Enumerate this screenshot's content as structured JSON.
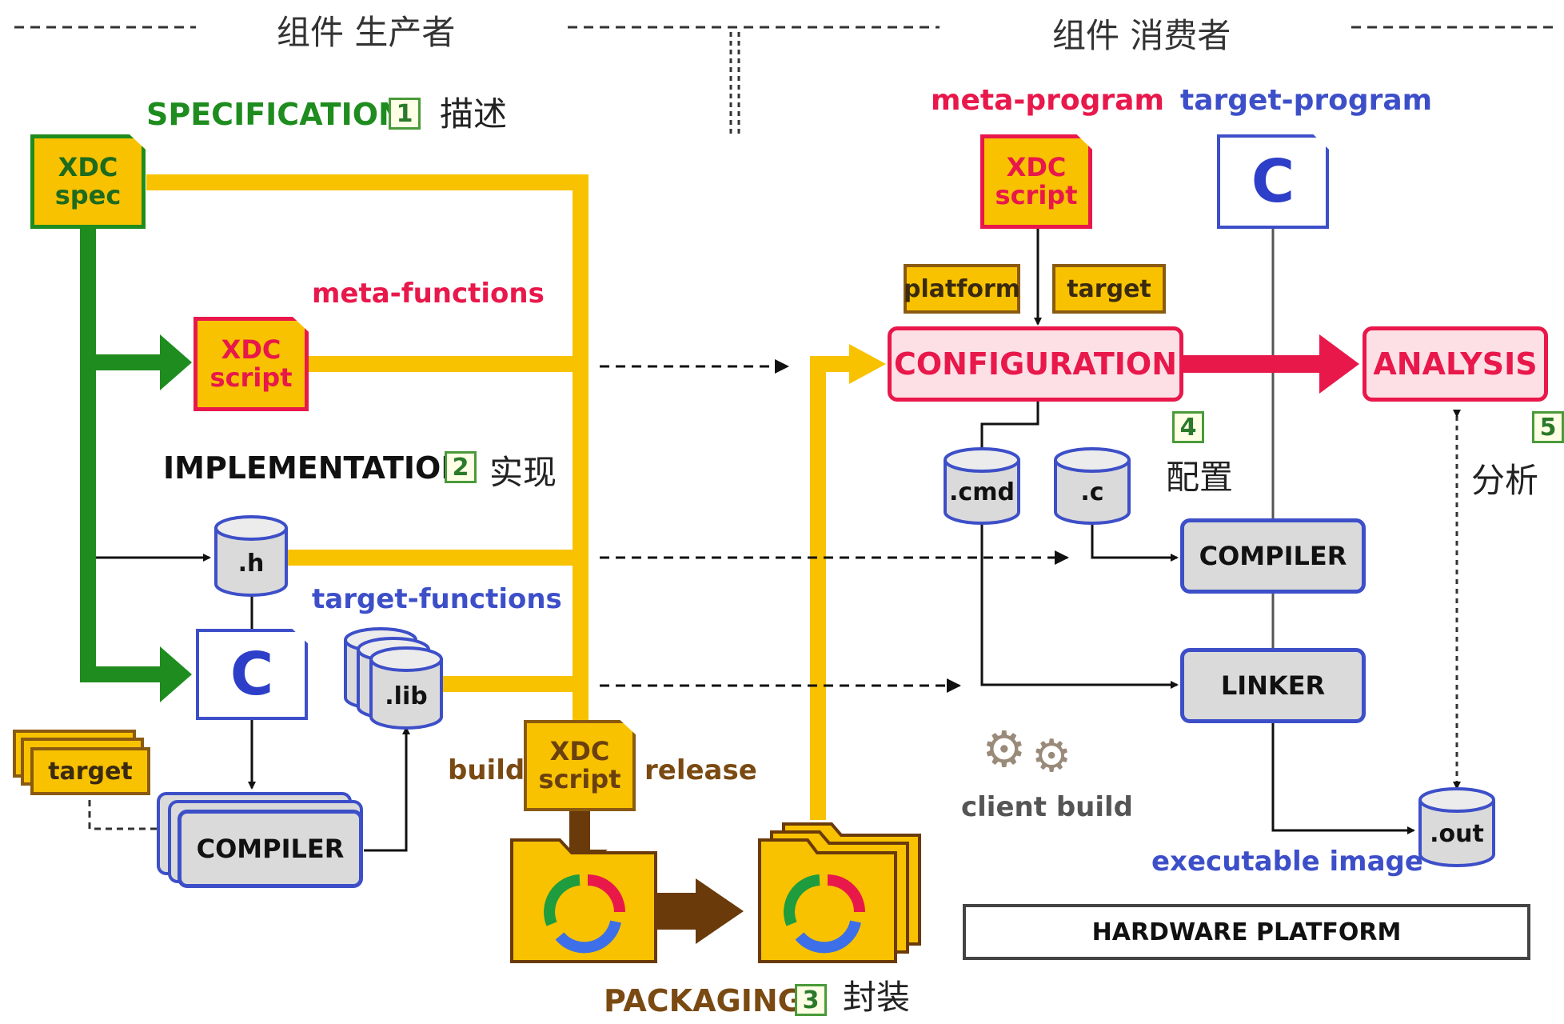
{
  "headers": {
    "producer": "组件 生产者",
    "consumer": "组件 消费者"
  },
  "sections": {
    "specification": {
      "label": "SPECIFICATION",
      "num": "1",
      "cn": "描述"
    },
    "implementation": {
      "label": "IMPLEMENTATION",
      "num": "2",
      "cn": "实现"
    },
    "packaging": {
      "label": "PACKAGING",
      "num": "3",
      "cn": "封装"
    },
    "configuration": {
      "num": "4",
      "cn": "配置"
    },
    "analysis": {
      "num": "5",
      "cn": "分析"
    }
  },
  "producer": {
    "xdc_spec": [
      "XDC",
      "spec"
    ],
    "meta_functions_label": "meta-functions",
    "xdc_script": [
      "XDC",
      "script"
    ],
    "h_file": ".h",
    "c_file": "C",
    "target_functions_label": "target-functions",
    "lib_file": ".lib",
    "target_tag": "target",
    "compiler": "COMPILER",
    "build_label": "build",
    "release_label": "release",
    "build_script": [
      "XDC",
      "script"
    ]
  },
  "consumer": {
    "meta_program_label": "meta-program",
    "target_program_label": "target-program",
    "xdc_script": [
      "XDC",
      "script"
    ],
    "c_file": "C",
    "platform_tag": "platform",
    "target_tag": "target",
    "configuration": "CONFIGURATION",
    "analysis": "ANALYSIS",
    "cmd_file": ".cmd",
    "c_small_file": ".c",
    "compiler": "COMPILER",
    "linker": "LINKER",
    "client_build_label": "client build",
    "out_file": ".out",
    "executable_label": "executable image",
    "hardware_platform": "HARDWARE PLATFORM"
  },
  "colors": {
    "yellow_flow": "#f8c200",
    "green_flow": "#1e8c1e",
    "red_flow": "#e8184b",
    "blue": "#3d4fc8",
    "brown": "#6a3a0a"
  },
  "icons": [
    "gear-icon",
    "package-cycle-icon"
  ]
}
